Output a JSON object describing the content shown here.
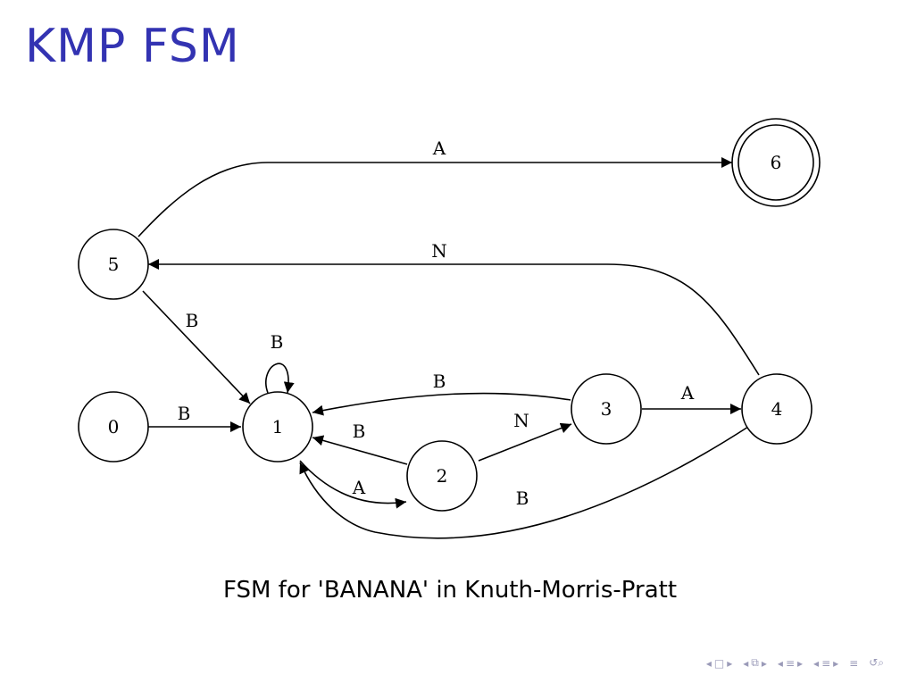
{
  "slide": {
    "title": "KMP FSM",
    "title_color": "#3333b2",
    "caption": "FSM for 'BANANA' in Knuth-Morris-Pratt"
  },
  "fsm": {
    "nodes": [
      {
        "id": "0",
        "label": "0",
        "accepting": false
      },
      {
        "id": "1",
        "label": "1",
        "accepting": false
      },
      {
        "id": "2",
        "label": "2",
        "accepting": false
      },
      {
        "id": "3",
        "label": "3",
        "accepting": false
      },
      {
        "id": "4",
        "label": "4",
        "accepting": false
      },
      {
        "id": "5",
        "label": "5",
        "accepting": false
      },
      {
        "id": "6",
        "label": "6",
        "accepting": true
      }
    ],
    "edges": [
      {
        "from": "0",
        "to": "1",
        "label": "B"
      },
      {
        "from": "1",
        "to": "1",
        "label": "B"
      },
      {
        "from": "1",
        "to": "2",
        "label": "A"
      },
      {
        "from": "2",
        "to": "1",
        "label": "B"
      },
      {
        "from": "2",
        "to": "3",
        "label": "N"
      },
      {
        "from": "3",
        "to": "1",
        "label": "B"
      },
      {
        "from": "3",
        "to": "4",
        "label": "A"
      },
      {
        "from": "4",
        "to": "1",
        "label": "B"
      },
      {
        "from": "4",
        "to": "5",
        "label": "N"
      },
      {
        "from": "5",
        "to": "1",
        "label": "B"
      },
      {
        "from": "5",
        "to": "6",
        "label": "A"
      }
    ]
  },
  "navigation": {
    "icons": [
      "nav-prev-frame-icon",
      "nav-frame-icon",
      "nav-next-frame-icon",
      "nav-prev-subsection-icon",
      "nav-subsection-icon",
      "nav-next-subsection-icon",
      "nav-prev-section-icon",
      "nav-section-icon",
      "nav-next-section-icon",
      "nav-align-icon",
      "nav-search-icon"
    ]
  }
}
